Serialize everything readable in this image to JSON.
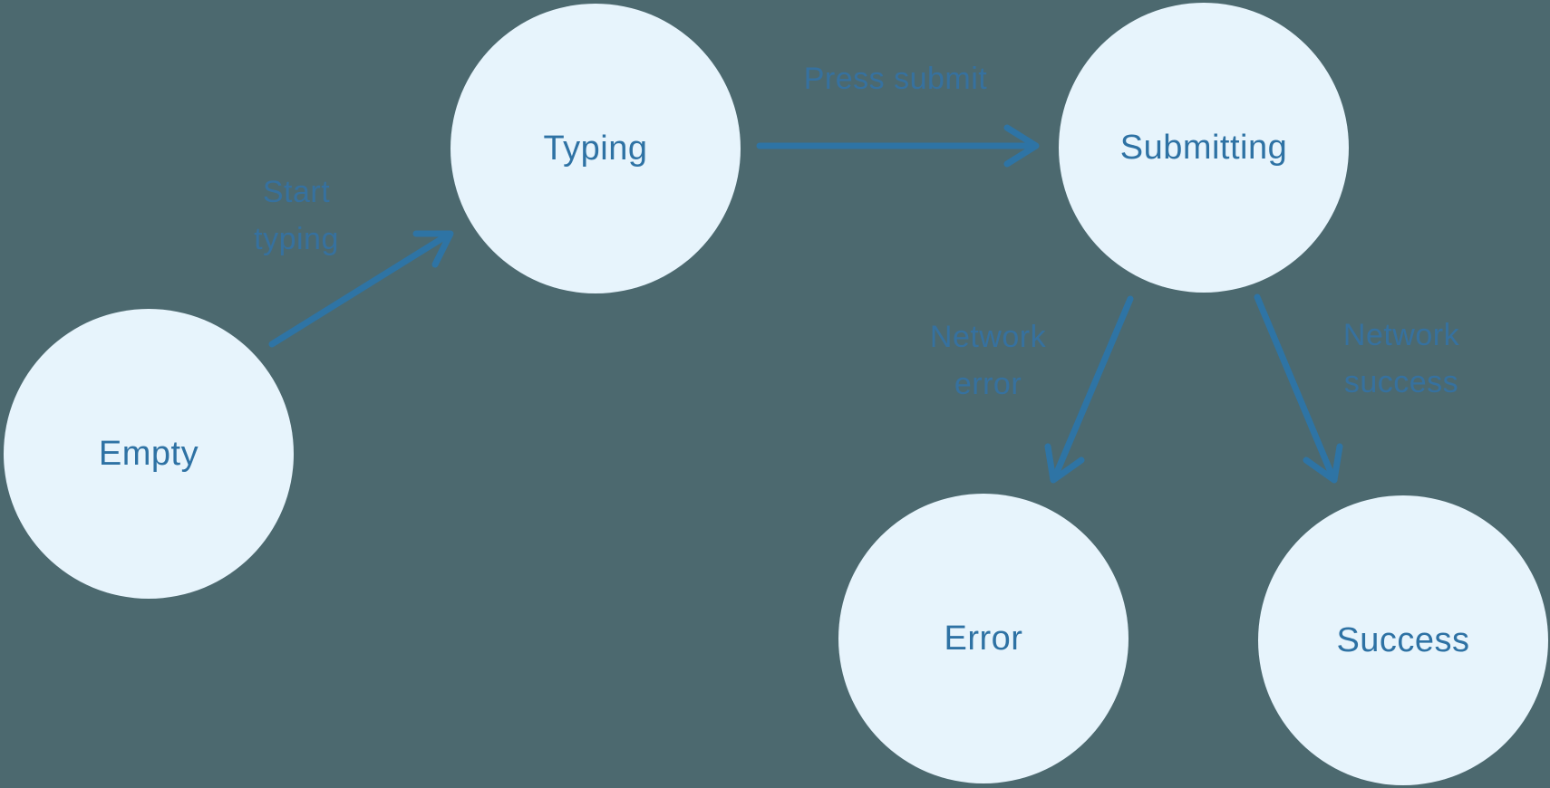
{
  "diagram": {
    "type": "state-machine",
    "colors": {
      "background": "#4C696F",
      "node_fill": "#E7F4FC",
      "node_text": "#2E72A4",
      "edge_stroke": "#2E74A5",
      "edge_label_text": "#36719F"
    },
    "nodes": [
      {
        "id": "empty",
        "label": "Empty"
      },
      {
        "id": "typing",
        "label": "Typing"
      },
      {
        "id": "submitting",
        "label": "Submitting"
      },
      {
        "id": "error",
        "label": "Error"
      },
      {
        "id": "success",
        "label": "Success"
      }
    ],
    "edges": [
      {
        "from": "empty",
        "to": "typing",
        "label": "Start typing",
        "label_lines": [
          "Start",
          "typing"
        ]
      },
      {
        "from": "typing",
        "to": "submitting",
        "label": "Press submit",
        "label_lines": [
          "Press submit",
          ""
        ]
      },
      {
        "from": "submitting",
        "to": "error",
        "label": "Network error",
        "label_lines": [
          "Network",
          "error"
        ]
      },
      {
        "from": "submitting",
        "to": "success",
        "label": "Network success",
        "label_lines": [
          "Network",
          "success"
        ]
      }
    ]
  }
}
